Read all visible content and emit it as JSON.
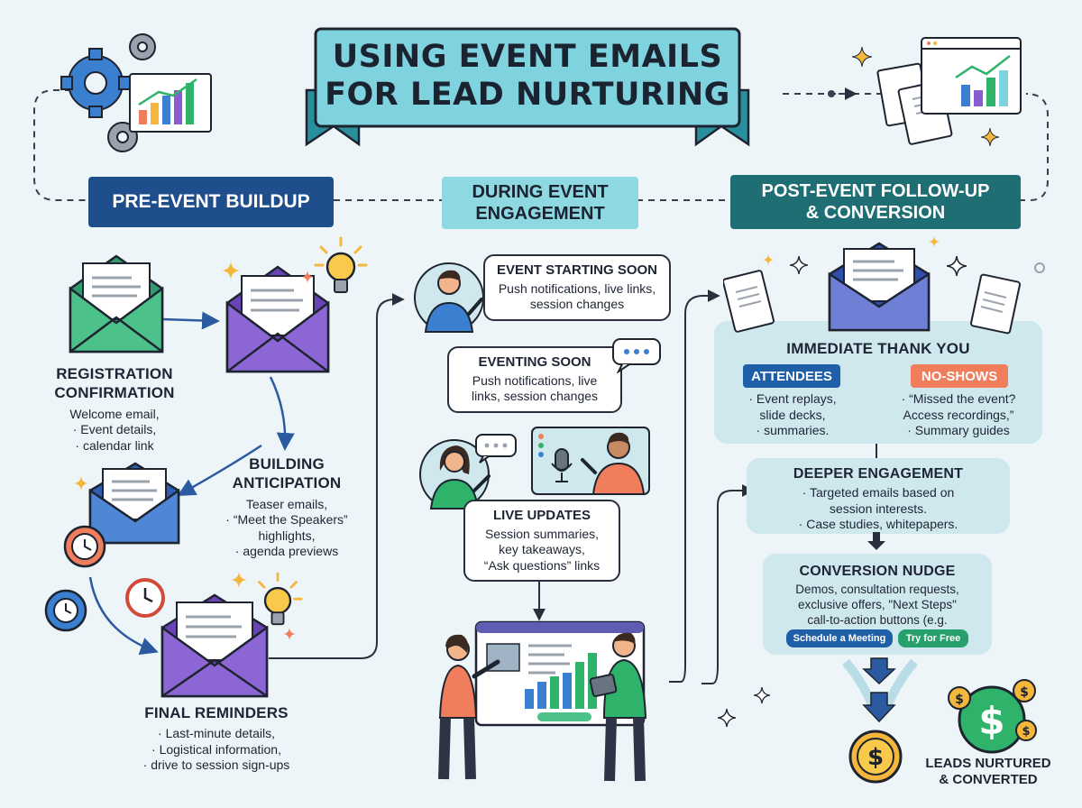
{
  "title": {
    "line1": "USING EVENT EMAILS",
    "line2": "FOR LEAD NURTURING"
  },
  "phases": {
    "pre": "PRE-EVENT BUILDUP",
    "during": {
      "line1": "DURING EVENT",
      "line2": "ENGAGEMENT"
    },
    "post": {
      "line1": "POST-EVENT FOLLOW-UP",
      "line2": "& CONVERSION"
    }
  },
  "pre_event": {
    "registration": {
      "heading1": "REGISTRATION",
      "heading2": "CONFIRMATION",
      "lines": [
        "Welcome email,",
        "· Event details,",
        "· calendar link"
      ]
    },
    "anticipation": {
      "heading1": "BUILDING",
      "heading2": "ANTICIPATION",
      "lines": [
        "Teaser emails,",
        "· “Meet the Speakers”",
        "highlights,",
        "· agenda previews"
      ]
    },
    "reminders": {
      "heading": "FINAL REMINDERS",
      "lines": [
        "· Last-minute details,",
        "· Logistical information,",
        "· drive to session sign-ups"
      ]
    }
  },
  "during_event": {
    "starting": {
      "heading": "EVENT STARTING SOON",
      "lines": [
        "Push notifications, live links,",
        "session changes"
      ]
    },
    "eventing": {
      "heading": "EVENTING SOON",
      "lines": [
        "Push notifications, live",
        "links, session changes"
      ]
    },
    "live": {
      "heading": "LIVE UPDATES",
      "lines": [
        "Session summaries,",
        "key takeaways,",
        "“Ask questions” links"
      ]
    }
  },
  "post_event": {
    "thank_you": "IMMEDIATE THANK YOU",
    "attendees": {
      "label": "ATTENDEES",
      "lines": [
        "· Event replays,",
        "slide decks,",
        "· summaries."
      ]
    },
    "no_shows": {
      "label": "NO-SHOWS",
      "lines": [
        "· “Missed the event?",
        "Access recordings,”",
        "· Summary guides"
      ]
    },
    "deeper": {
      "heading": "DEEPER ENGAGEMENT",
      "lines": [
        "· Targeted emails based on",
        "session interests.",
        "· Case studies, whitepapers."
      ]
    },
    "conversion": {
      "heading": "CONVERSION NUDGE",
      "lines": [
        "Demos, consultation requests,",
        "exclusive offers, \"Next Steps\"",
        "call-to-action buttons (e.g."
      ],
      "btn_meeting": "Schedule a Meeting",
      "btn_free": "Try for Free"
    },
    "result": {
      "line1": "LEADS NURTURED",
      "line2": "& CONVERTED"
    }
  },
  "icons": {
    "gear": "gear-icon",
    "chart": "chart-icon",
    "envelope": "envelope-icon",
    "clock": "clock-icon",
    "lightbulb": "lightbulb-icon",
    "sparkle": "sparkle-icon",
    "document": "document-icon",
    "chat": "chat-bubble-icon",
    "microphone": "microphone-icon",
    "dollar": "dollar-coin-icon",
    "person": "person-icon"
  },
  "colors": {
    "background": "#edf5f8",
    "title_banner": "#7fd3df",
    "ribbon": "#2a8f9d",
    "pre_pill": "#1f4e8c",
    "during_pill": "#8ed8e2",
    "post_pill": "#1e6e74",
    "attendees": "#1f5fa8",
    "no_shows": "#f07d5c",
    "cta_meeting": "#1f5fa8",
    "cta_free": "#27a06b",
    "coin": "#f4b73b",
    "money_bag": "#2fb36a"
  }
}
